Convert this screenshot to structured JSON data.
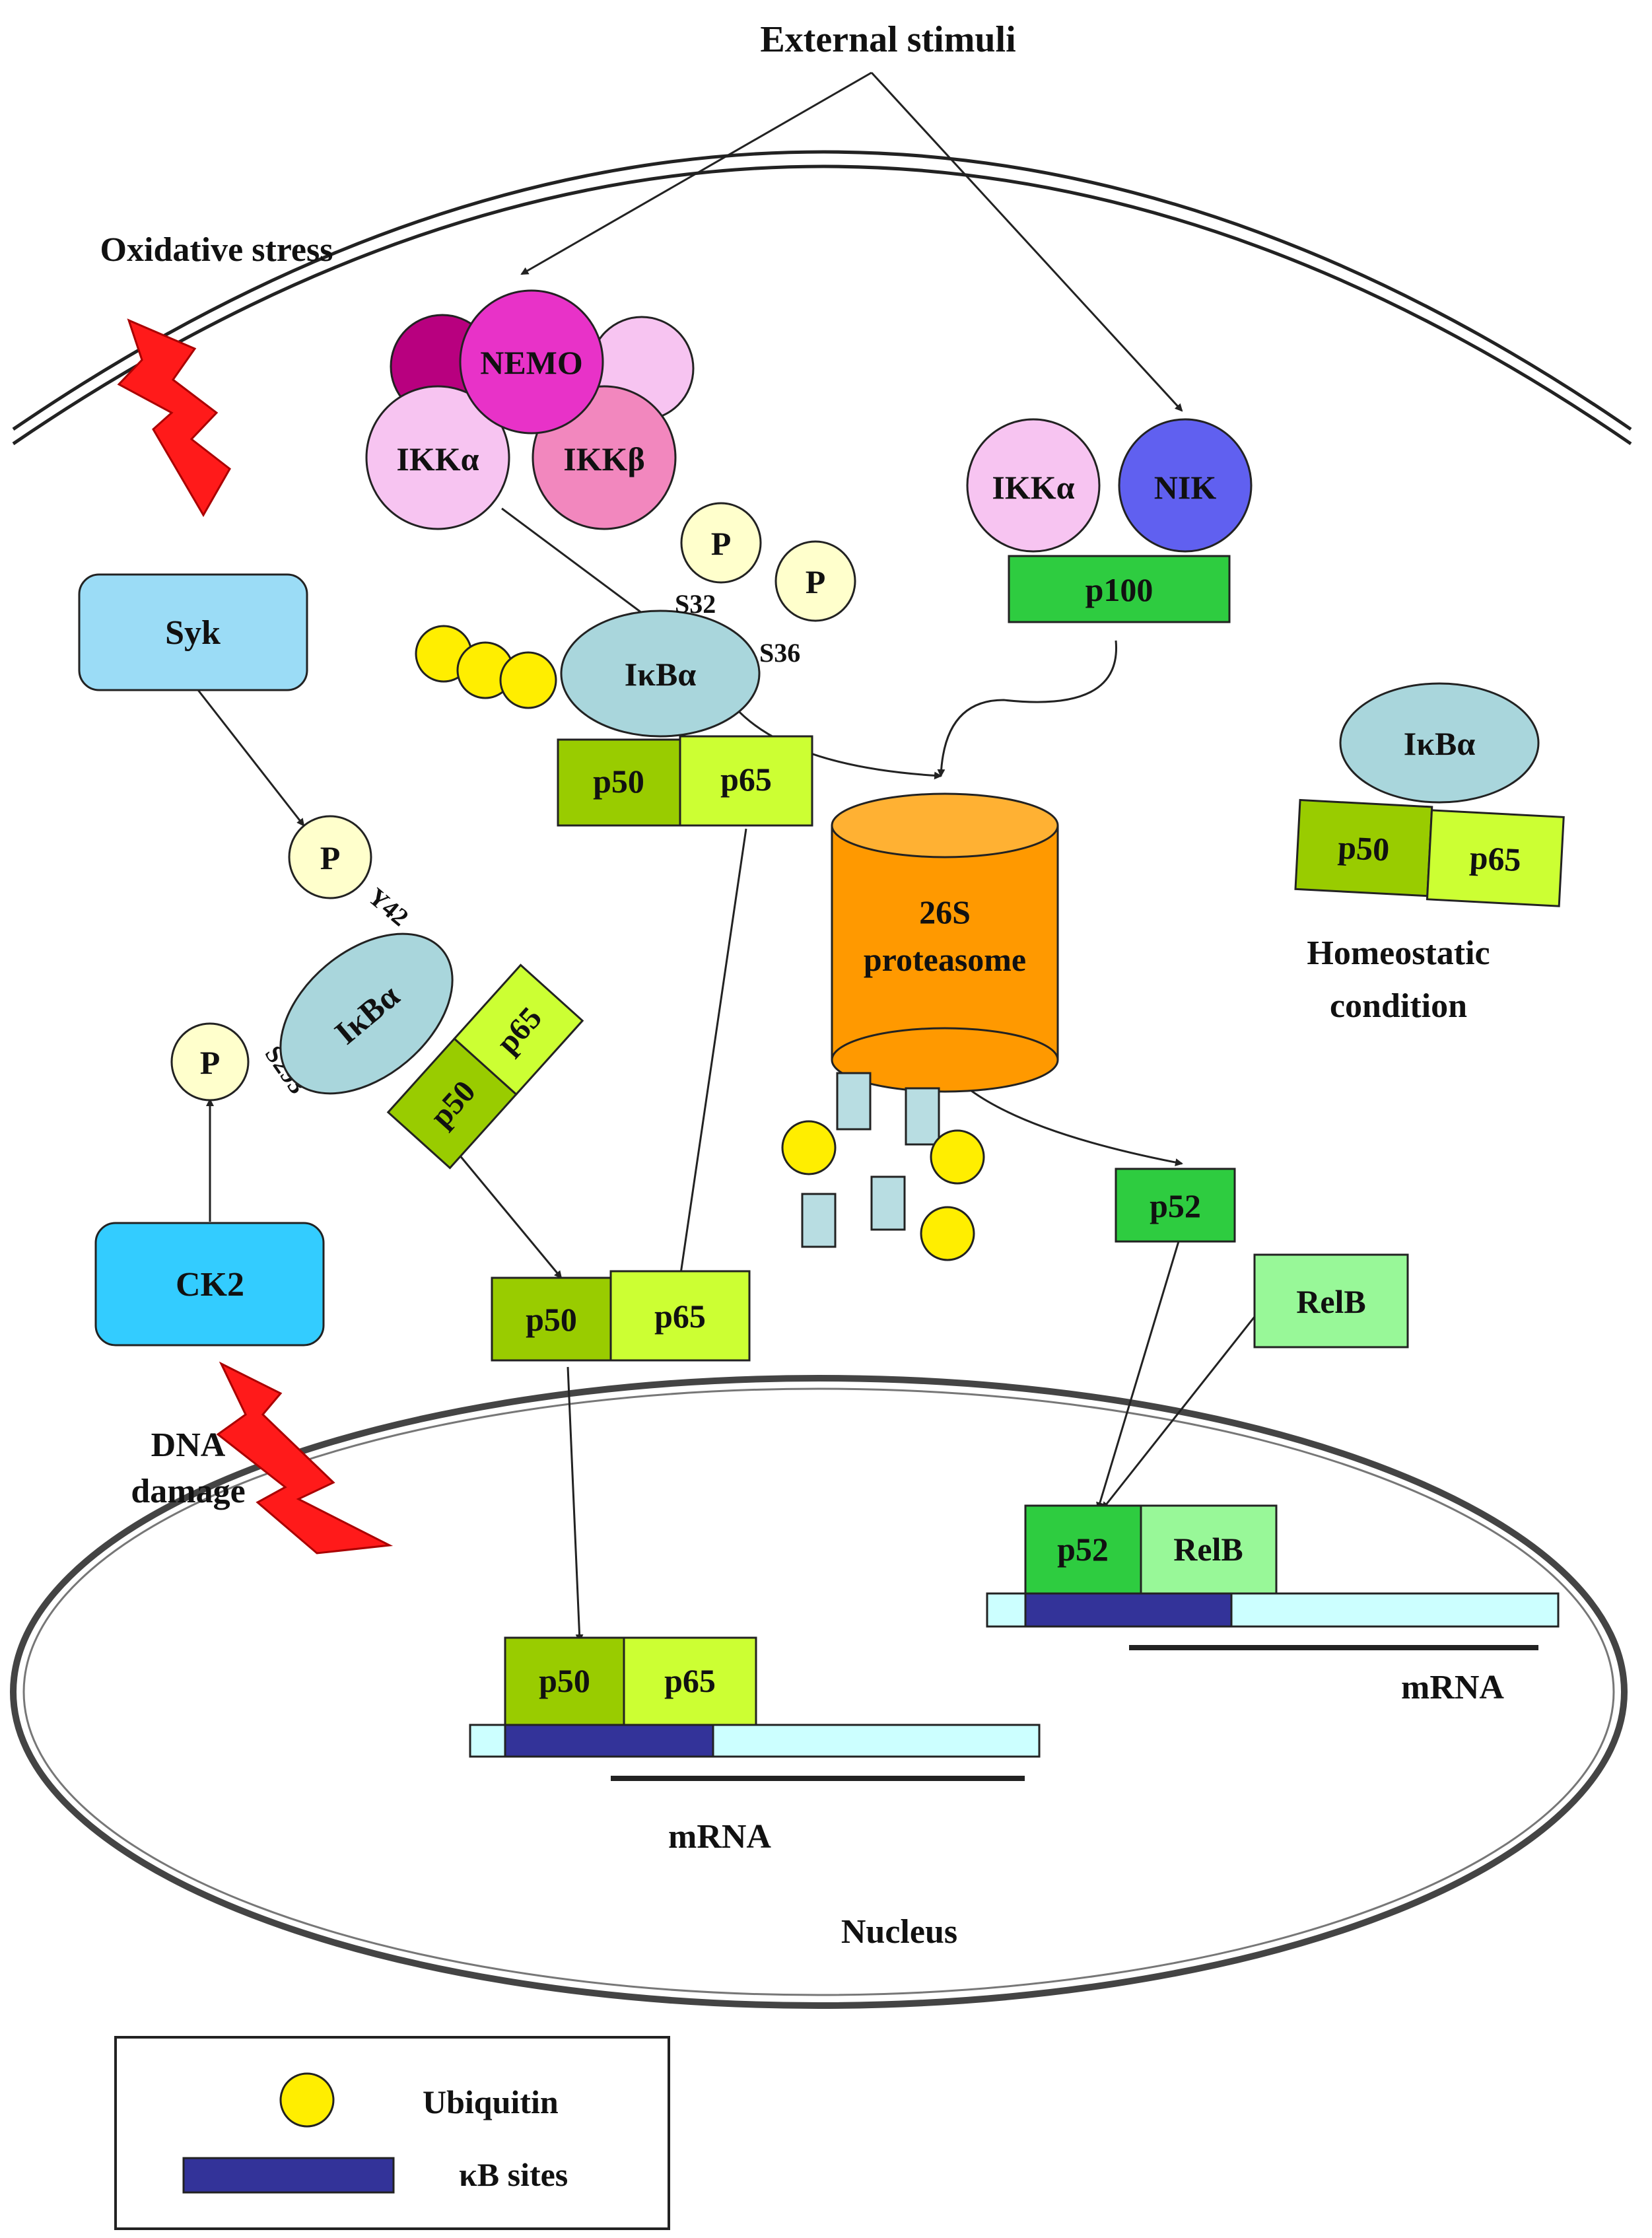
{
  "labels": {
    "external_stimuli": "External stimuli",
    "oxidative_stress": "Oxidative stress",
    "dna_damage_line1": "DNA",
    "dna_damage_line2": "damage",
    "homeostatic_line1": "Homeostatic",
    "homeostatic_line2": "condition",
    "nucleus": "Nucleus",
    "mrna": "mRNA"
  },
  "proteins": {
    "nemo": "NEMO",
    "ikk_alpha": "IKKα",
    "ikk_beta": "IKKβ",
    "nik": "NIK",
    "p100": "p100",
    "syk": "Syk",
    "ck2": "CK2",
    "ikb_alpha": "IκBα",
    "p50": "p50",
    "p65": "p65",
    "p52": "p52",
    "relb": "RelB",
    "proteasome_line1": "26S",
    "proteasome_line2": "proteasome",
    "phospho": "P"
  },
  "sites": {
    "s32": "S32",
    "s36": "S36",
    "y42": "Y42",
    "s293": "S293"
  },
  "legend": {
    "ubiquitin": "Ubiquitin",
    "kb_sites": "κB sites"
  },
  "colors": {
    "nemo": "#e832c8",
    "nemo_dark": "#b8007f",
    "ikk_alpha": "#f7c4f1",
    "ikk_beta": "#f287be",
    "nik": "#6060f0",
    "p100": "#2ecc40",
    "p52": "#2ecc40",
    "relb": "#98f898",
    "p50": "#99cc00",
    "p65": "#ccff33",
    "ikb": "#a9d6dc",
    "syk": "#9bdcf6",
    "ck2": "#33ccff",
    "proteasome": "#ff9900",
    "ubiquitin": "#ffee00",
    "phospho": "#ffffcc",
    "lightning": "#ff1a1a",
    "kb_site": "#333399",
    "dna": "#ccffff",
    "fragment": "#b8dde2"
  }
}
